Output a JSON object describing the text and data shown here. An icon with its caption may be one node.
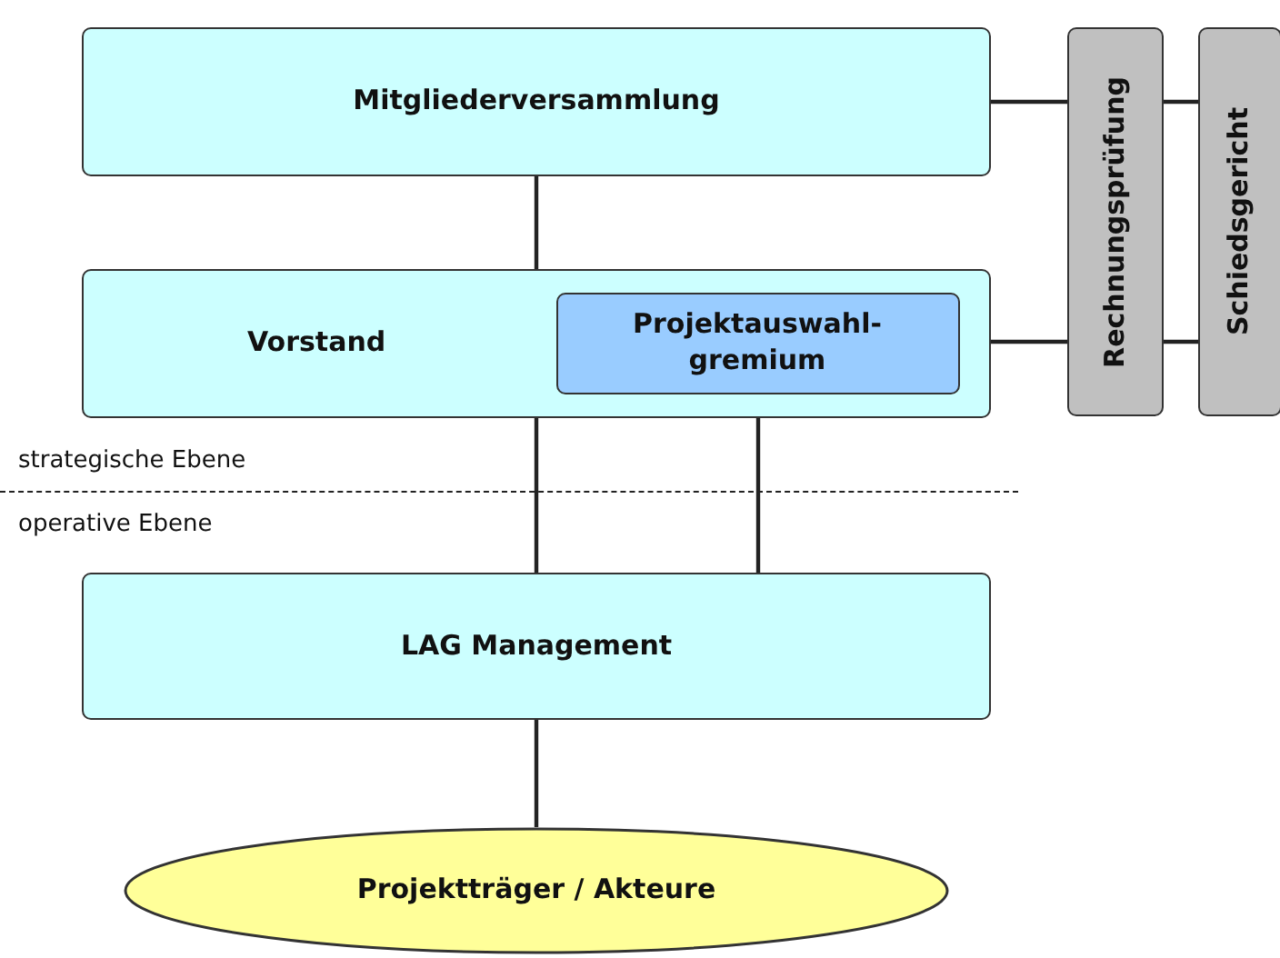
{
  "diagram": {
    "nodes": [
      {
        "text": [
          "Mitgliederversammlung"
        ]
      },
      {
        "text": [
          "Vorstand"
        ]
      },
      {
        "text": [
          "Projektauswahl-gremium"
        ],
        "in": 1
      },
      {
        "text": [
          "Rechnungsprüfung"
        ]
      },
      {
        "text": [
          "Schiedsgericht"
        ]
      },
      {
        "text": [
          "LAG Management"
        ]
      },
      {
        "text": [
          "Projektträger / Akteure"
        ]
      }
    ],
    "edges": [
      {
        "from": 0,
        "to": 1,
        "arrow": "none"
      },
      {
        "from": 0,
        "to": 3,
        "arrow": "none"
      },
      {
        "from": 3,
        "to": 4,
        "arrow": "none"
      },
      {
        "from": 1,
        "to": 3,
        "arrow": "none"
      },
      {
        "from": 3,
        "to": 4,
        "arrow": "none"
      },
      {
        "from": 1,
        "to": 5,
        "arrow": "none"
      },
      {
        "from": 2,
        "to": 5,
        "arrow": "none"
      },
      {
        "from": 5,
        "to": 6,
        "arrow": "none"
      }
    ],
    "labels": [
      "strategische Ebene",
      "operative Ebene"
    ]
  }
}
